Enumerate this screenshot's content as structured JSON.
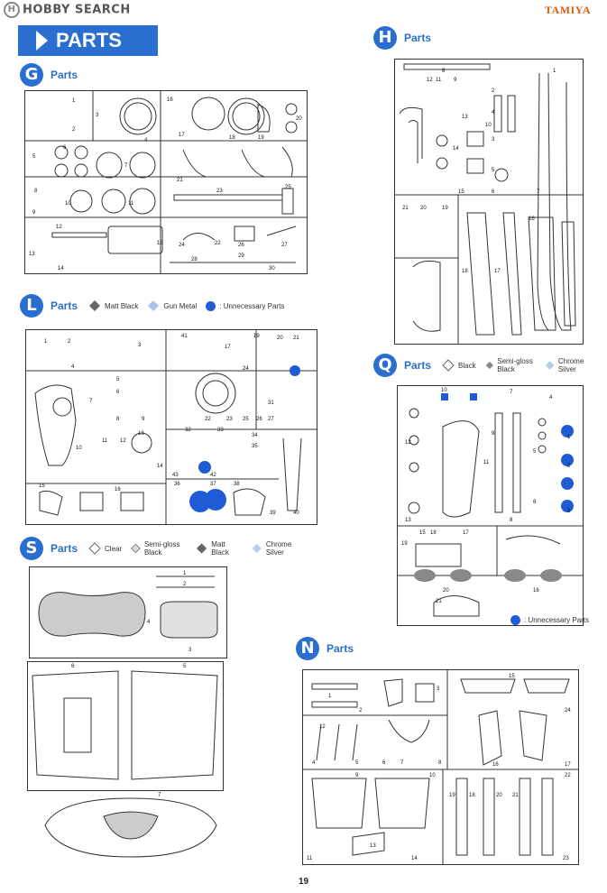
{
  "header": {
    "watermark": "HOBBY SEARCH",
    "watermark_icon": "H",
    "brand": "TAMIYA"
  },
  "page_title": "PARTS",
  "sections": {
    "G": {
      "letter": "G",
      "label": "Parts"
    },
    "H": {
      "letter": "H",
      "label": "Parts"
    },
    "L": {
      "letter": "L",
      "label": "Parts",
      "legend": [
        "Matt Black",
        "Gun Metal",
        ": Unnecessary Parts"
      ]
    },
    "Q": {
      "letter": "Q",
      "label": "Parts",
      "legend": [
        "Black",
        "Semi-gloss Black",
        "Chrome Silver"
      ],
      "note": ": Unnecessary Parts"
    },
    "S": {
      "letter": "S",
      "label": "Parts",
      "legend": [
        "Clear",
        "Semi-gloss Black",
        "Matt Black",
        "Chrome Silver"
      ]
    },
    "N": {
      "letter": "N",
      "label": "Parts"
    }
  },
  "part_numbers": {
    "G": [
      "1",
      "2",
      "3",
      "4",
      "5",
      "6",
      "7",
      "8",
      "9",
      "10",
      "11",
      "12",
      "13",
      "14",
      "15",
      "16",
      "17",
      "18",
      "19",
      "20",
      "21",
      "22",
      "23",
      "24",
      "25",
      "26",
      "27",
      "28",
      "29",
      "30"
    ],
    "H": [
      "1",
      "2",
      "3",
      "4",
      "5",
      "6",
      "7",
      "8",
      "9",
      "10",
      "11",
      "12",
      "13",
      "14",
      "15",
      "16",
      "17",
      "18",
      "19",
      "20",
      "21"
    ],
    "L": [
      "1",
      "2",
      "3",
      "4",
      "5",
      "6",
      "7",
      "8",
      "9",
      "10",
      "11",
      "12",
      "13",
      "14",
      "15",
      "16",
      "17",
      "19",
      "20",
      "21",
      "22",
      "23",
      "24",
      "25",
      "26",
      "27",
      "31",
      "32",
      "33",
      "34",
      "35",
      "36",
      "37",
      "38",
      "39",
      "40",
      "41",
      "42",
      "43"
    ],
    "Q": [
      "1",
      "2",
      "3",
      "4",
      "5",
      "6",
      "7",
      "8",
      "9",
      "10",
      "11",
      "12",
      "13",
      "15",
      "16",
      "17",
      "18",
      "19",
      "20",
      "21"
    ],
    "S": [
      "1",
      "2",
      "3",
      "4",
      "5",
      "6",
      "7"
    ],
    "N": [
      "1",
      "2",
      "3",
      "4",
      "5",
      "6",
      "7",
      "8",
      "9",
      "10",
      "11",
      "12",
      "13",
      "14",
      "15",
      "16",
      "17",
      "18",
      "19",
      "20",
      "21",
      "22",
      "23",
      "24"
    ]
  },
  "colors": {
    "accent": "#2a6fd0",
    "unnecessary": "#1f5bd4",
    "brand": "#e05a12"
  },
  "page_number": "19"
}
